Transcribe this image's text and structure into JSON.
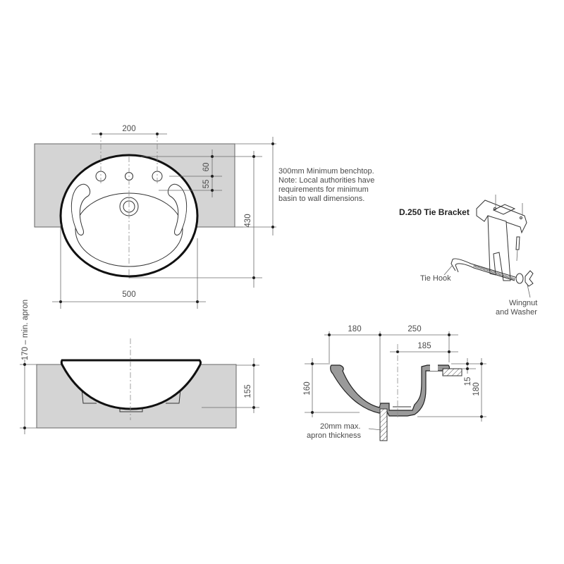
{
  "plan_view": {
    "dimensions": {
      "tap_hole_spacing": "200",
      "rim_to_tap_holes": "60",
      "tap_holes_to_bowl": "55",
      "basin_depth_front_back": "430",
      "basin_width": "500"
    },
    "benchtop_note": [
      "300mm Minimum benchtop.",
      "Note: Local authorities have",
      "requirements for minimum",
      "basin to wall dimensions."
    ]
  },
  "tie_bracket": {
    "title": "D.250 Tie Bracket",
    "labels": {
      "tie_hook": "Tie Hook",
      "wingnut_line1": "Wingnut",
      "wingnut_line2": "and Washer"
    }
  },
  "front_elevation": {
    "dimensions": {
      "min_apron": "170 – min. apron",
      "bowl_depth": "155"
    }
  },
  "side_section": {
    "dimensions": {
      "rim_to_centre": "180",
      "centre_to_back": "250",
      "waste_to_back": "185",
      "bowl_height": "160",
      "rim_thickness": "15",
      "overall_height": "180"
    },
    "apron_note": [
      "20mm max.",
      "apron thickness"
    ]
  },
  "colors": {
    "benchtop_fill": "#d4d4d4",
    "outline": "#111111",
    "dimension_line": "#6a6a6a",
    "text": "#4a4a4a"
  }
}
